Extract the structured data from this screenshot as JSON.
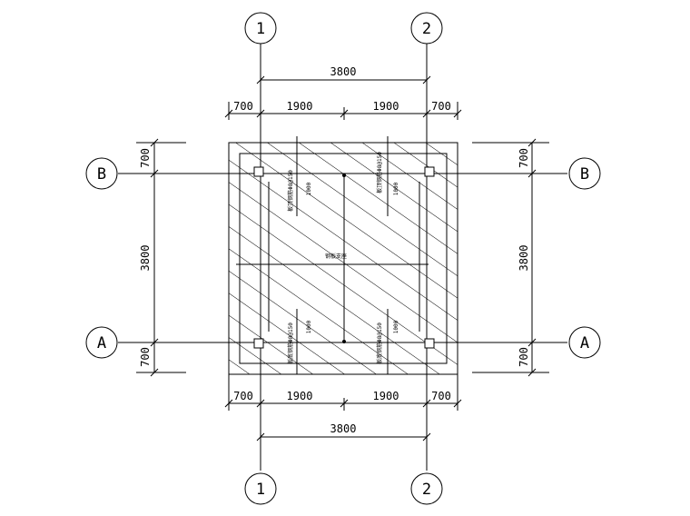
{
  "grid": {
    "columns": [
      "1",
      "2"
    ],
    "rows": [
      "B",
      "A"
    ]
  },
  "dims": {
    "overall_top": "3800",
    "overall_bottom": "3800",
    "overall_left": "3800",
    "overall_right": "3800",
    "seg_edge": "700",
    "seg_half": "1900"
  },
  "notes": {
    "rebar_top_left": "板顶钢筋Φ8@150",
    "rebar_top_right": "板顶钢筋Φ8@150",
    "rebar_bottom_left": "板底钢筋Φ8@150",
    "rebar_bottom_right": "板底钢筋Φ8@150",
    "len_top_left": "1000",
    "len_top_right": "1000",
    "len_bottom_left": "1000",
    "len_bottom_right": "1000",
    "center_label": "钢板支座"
  },
  "colors": {
    "line": "#000000",
    "background": "#ffffff"
  }
}
